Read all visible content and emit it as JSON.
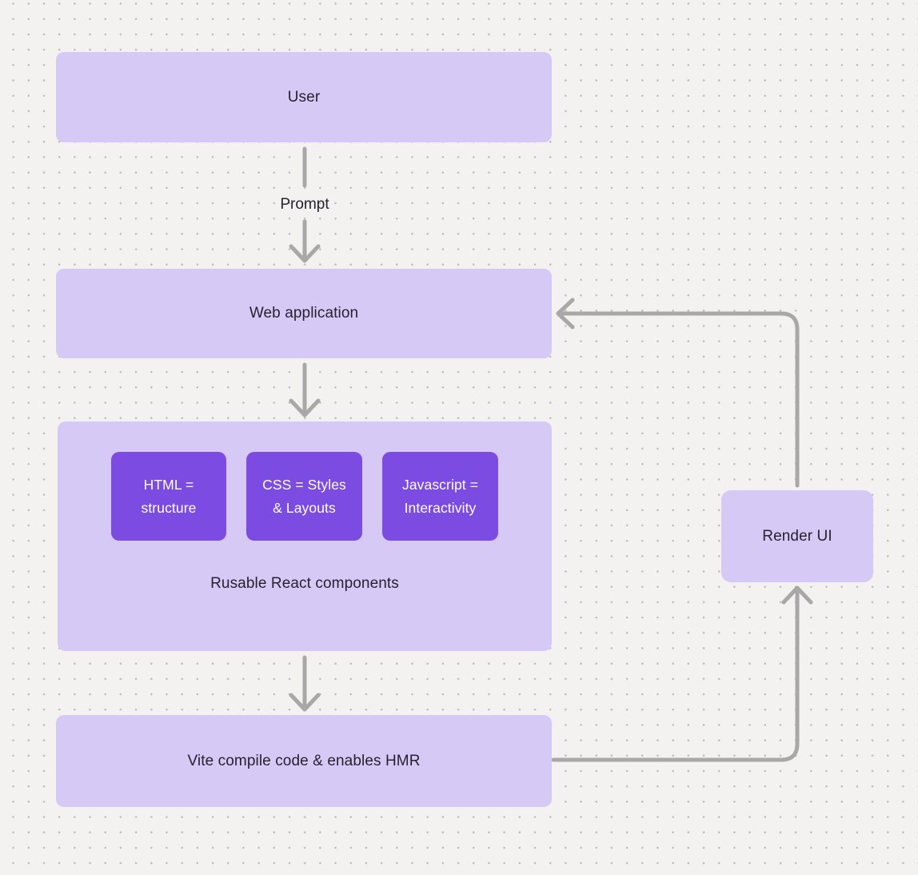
{
  "colors": {
    "background": "#f3f2f1",
    "dot": "#bdbbbb",
    "node_fill": "#d7c9f6",
    "chip_fill": "#7c4be2",
    "text_dark": "#27222f",
    "text_light": "#ffffff",
    "connector": "#a9a7a8"
  },
  "nodes": {
    "user": {
      "label": "User"
    },
    "web_application": {
      "label": "Web application"
    },
    "components": {
      "caption": "Rusable React components",
      "chips": [
        {
          "line1": "HTML =",
          "line2": "structure"
        },
        {
          "line1": "CSS = Styles",
          "line2": "& Layouts"
        },
        {
          "line1": "Javascript =",
          "line2": "Interactivity"
        }
      ]
    },
    "vite": {
      "label": "Vite compile code & enables HMR"
    },
    "render_ui": {
      "label": "Render UI"
    }
  },
  "edges": {
    "prompt_label": "Prompt"
  }
}
